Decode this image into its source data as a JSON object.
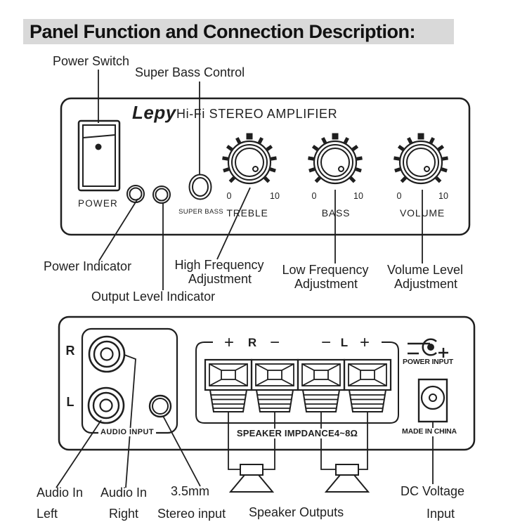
{
  "title": "Panel Function and Connection Description:",
  "colors": {
    "ink": "#1f1f1f",
    "title_bg": "#d9d9d9",
    "background": "#ffffff"
  },
  "front_panel": {
    "brand": "Lepy",
    "name": "Hi-Fi STEREO AMPLIFIER",
    "power_switch_label": "POWER",
    "super_bass_label": "SUPER BASS",
    "knobs": [
      {
        "label": "TREBLE",
        "min": "0",
        "max": "10"
      },
      {
        "label": "BASS",
        "min": "0",
        "max": "10"
      },
      {
        "label": "VOLUME",
        "min": "0",
        "max": "10"
      }
    ]
  },
  "front_callouts": {
    "power_switch": "Power Switch",
    "super_bass_control": "Super Bass Control",
    "power_indicator": "Power Indicator",
    "output_level_indicator": "Output Level Indicator",
    "high_frequency": {
      "line1": "High Frequency",
      "line2": "Adjustment"
    },
    "low_frequency": {
      "line1": "Low Frequency",
      "line2": "Adjustment"
    },
    "volume_level": {
      "line1": "Volume Level",
      "line2": "Adjustment"
    }
  },
  "rear_panel": {
    "rca_right": "R",
    "rca_left": "L",
    "audio_input": "AUDIO INPUT",
    "right_channel": {
      "plus": "+",
      "letter": "R",
      "minus": "−"
    },
    "left_channel": {
      "minus": "−",
      "letter": "L",
      "plus": "+"
    },
    "impedance": "SPEAKER IMPDANCE4~8Ω",
    "power_input": "POWER INPUT",
    "made_in": "MADE IN CHINA"
  },
  "rear_callouts": {
    "audio_in_left": {
      "line1": "Audio In",
      "line2": "Left"
    },
    "audio_in_right": {
      "line1": "Audio In",
      "line2": "Right"
    },
    "stereo_input": {
      "line1": "3.5mm",
      "line2": "Stereo input"
    },
    "speaker_outputs": "Speaker Outputs",
    "dc_voltage": {
      "line1": "DC Voltage",
      "line2": "Input"
    }
  }
}
